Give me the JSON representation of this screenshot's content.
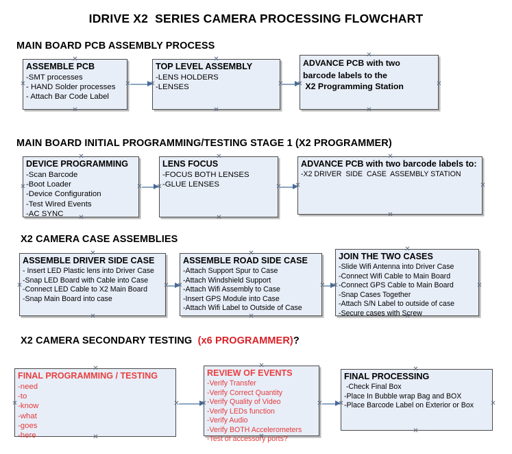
{
  "document": {
    "title": "IDRIVE X2  SERIES CAMERA PROCESSING FLOWCHART"
  },
  "sections": [
    {
      "id": "main-board-pcb-assembly-process",
      "heading": "MAIN BOARD PCB ASSEMBLY PROCESS",
      "heading_accent": "",
      "heading_tail": ""
    },
    {
      "id": "main-board-initial-programming",
      "heading": "MAIN BOARD INITIAL PROGRAMMING/TESTING STAGE 1 (X2 PROGRAMMER)",
      "heading_accent": "",
      "heading_tail": ""
    },
    {
      "id": "x2-camera-case-assemblies",
      "heading": "X2 CAMERA CASE ASSEMBLIES",
      "heading_accent": "",
      "heading_tail": ""
    },
    {
      "id": "x2-camera-secondary-testing",
      "heading": "X2 CAMERA SECONDARY TESTING  ",
      "heading_accent": "(x6 PROGRAMMER)",
      "heading_tail": "?"
    }
  ],
  "boxes": {
    "assemble_pcb": {
      "title": "ASSEMBLE PCB",
      "lines": [
        "-SMT processes",
        "- HAND Solder processes",
        "- Attach Bar Code Label"
      ]
    },
    "top_level_assembly": {
      "title": "TOP LEVEL ASSEMBLY",
      "lines": [
        "-LENS HOLDERS",
        "-LENSES"
      ]
    },
    "advance_pcb_station": {
      "title": "ADVANCE PCB with two",
      "lines": [
        "barcode labels to the",
        " X2 Programming Station"
      ]
    },
    "device_programming": {
      "title": "DEVICE PROGRAMMING",
      "lines": [
        "-Scan Barcode",
        "-Boot Loader",
        "-Device Configuration",
        "-Test Wired Events",
        "-AC SYNC"
      ]
    },
    "lens_focus": {
      "title": "LENS FOCUS",
      "lines": [
        "-FOCUS BOTH LENSES",
        "-GLUE LENSES"
      ]
    },
    "advance_pcb_driver_case": {
      "title": "ADVANCE PCB with two barcode labels to:",
      "lines": [
        "-X2 DRIVER  SIDE  CASE  ASSEMBLY STATION"
      ]
    },
    "assemble_driver_side_case": {
      "title": "ASSEMBLE DRIVER SIDE CASE",
      "lines": [
        "- Insert LED Plastic lens into Driver Case",
        "-Snap LED Board with Cable into Case",
        "-Connect LED Cable to X2 Main Board",
        "-Snap Main Board into case"
      ]
    },
    "assemble_road_side_case": {
      "title": "ASSEMBLE ROAD SIDE CASE",
      "lines": [
        "-Attach Support Spur to Case",
        "-Attach Windshield Support",
        "-Attach Wifi Assembly to Case",
        "-Insert GPS Module into Case",
        "-Attach Wifi Label to Outside of Case"
      ]
    },
    "join_the_two_cases": {
      "title": "JOIN THE TWO CASES",
      "lines": [
        "-Slide Wifi Antenna into Driver Case",
        "-Connect Wifi Cable to Main Board",
        "-Connect GPS Cable to Main Board",
        "-Snap Cases Together",
        "-Attach S/N Label to outside of case",
        "-Secure cases with Screw"
      ]
    },
    "final_programming_testing": {
      "title": "FINAL PROGRAMMING / TESTING",
      "lines": [
        "-need",
        "-to",
        "-know",
        "-what",
        "-goes",
        "-here"
      ]
    },
    "review_of_events": {
      "title": "REVIEW OF EVENTS",
      "lines": [
        "-Verify Transfer",
        "-Verify Correct Quantity",
        "-Verify Quality of Video",
        "-Verify LEDs function",
        "-Verify Audio",
        "-Verify BOTH Accelerometers",
        "-Test of accessory ports?"
      ]
    },
    "final_processing": {
      "title": "FINAL PROCESSING",
      "lines": [
        " -Check Final Box",
        "-Place In Bubble wrap Bag and BOX",
        "-Place Barcode Label on Exterior or Box"
      ]
    }
  },
  "colors": {
    "box_fill": "#e8eef8",
    "box_border": "#4a4a4a",
    "connector": "#8aa6c2",
    "arrowhead": "#46699a",
    "accent_red": "#d81f26",
    "text": "#000000"
  }
}
